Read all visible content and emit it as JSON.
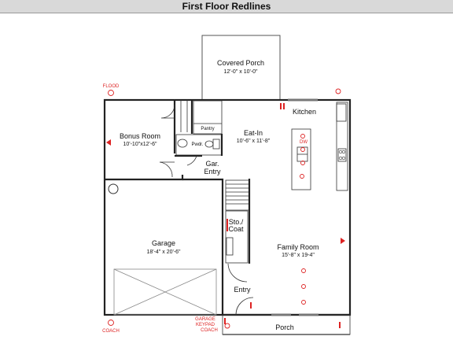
{
  "header": {
    "title": "First Floor Redlines"
  },
  "rooms": {
    "covered_porch": {
      "name": "Covered Porch",
      "dims": "12'-0\" x 10'-0\""
    },
    "bonus_room": {
      "name": "Bonus Room",
      "dims": "10'-10\"x12'-6\""
    },
    "eat_in": {
      "name": "Eat-In",
      "dims": "10'-6\" x 11'-8\""
    },
    "kitchen": {
      "name": "Kitchen"
    },
    "pantry": {
      "name": "Pantry"
    },
    "powder": {
      "name": "Pwdr."
    },
    "gar_entry": {
      "line1": "Gar.",
      "line2": "Entry"
    },
    "garage": {
      "name": "Garage",
      "dims": "18'-4\" x 20'-6\""
    },
    "sto_coat": {
      "line1": "Sto./",
      "line2": "Coat"
    },
    "family_room": {
      "name": "Family Room",
      "dims": "15'-8\" x 19-4\""
    },
    "entry": {
      "name": "Entry"
    },
    "porch": {
      "name": "Porch"
    }
  },
  "annotations": {
    "flood": "FLOOD",
    "coach_left": "COACH",
    "garage_keypad_line1": "GARAGE",
    "garage_keypad_line2": "KEYPAD",
    "coach_right": "COACH",
    "dw": "DW"
  },
  "colors": {
    "redline": "#dd2222",
    "wall": "#222222"
  }
}
